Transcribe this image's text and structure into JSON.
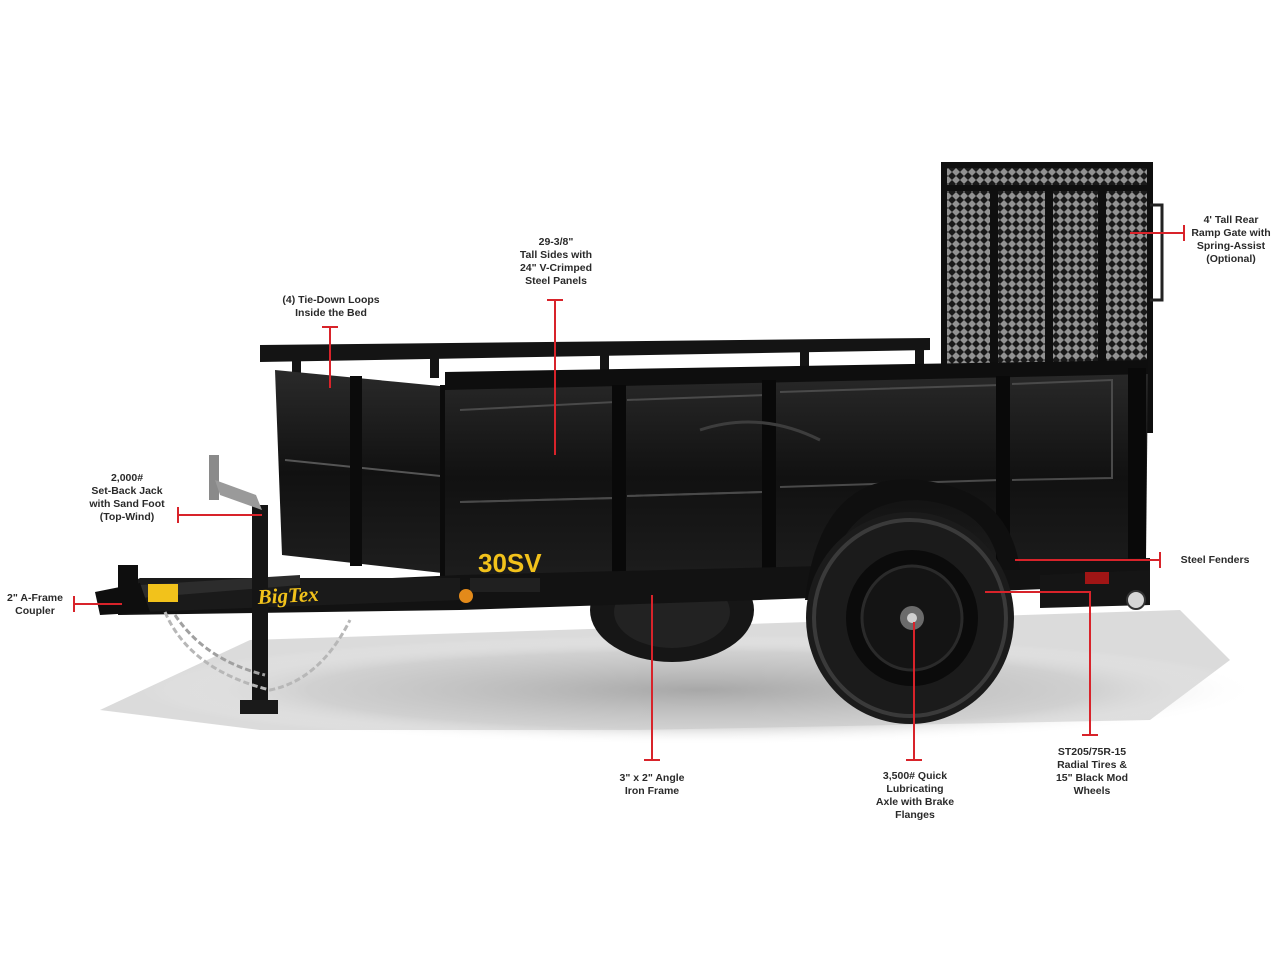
{
  "trailer": {
    "brand_logo": "BigTex",
    "model_badge": "30SV"
  },
  "colors": {
    "leader_lines": "#d8232a",
    "trailer_body": "#151515",
    "badge_yellow": "#f2c21b",
    "background": "#ffffff"
  },
  "callouts": {
    "ramp_gate": [
      "4' Tall Rear",
      "Ramp Gate with",
      "Spring-Assist",
      "(Optional)"
    ],
    "tall_sides": [
      "29-3/8\"",
      "Tall Sides with",
      "24\" V-Crimped",
      "Steel Panels"
    ],
    "tie_down": [
      "(4) Tie-Down Loops",
      "Inside the Bed"
    ],
    "jack": [
      "2,000#",
      "Set-Back Jack",
      "with Sand Foot",
      "(Top-Wind)"
    ],
    "coupler": [
      "2\" A-Frame",
      "Coupler"
    ],
    "fenders": [
      "Steel Fenders"
    ],
    "tires": [
      "ST205/75R-15",
      "Radial Tires &",
      "15\" Black Mod",
      "Wheels"
    ],
    "axle": [
      "3,500# Quick",
      "Lubricating",
      "Axle with Brake",
      "Flanges"
    ],
    "frame": [
      "3\" x 2\" Angle",
      "Iron Frame"
    ]
  }
}
